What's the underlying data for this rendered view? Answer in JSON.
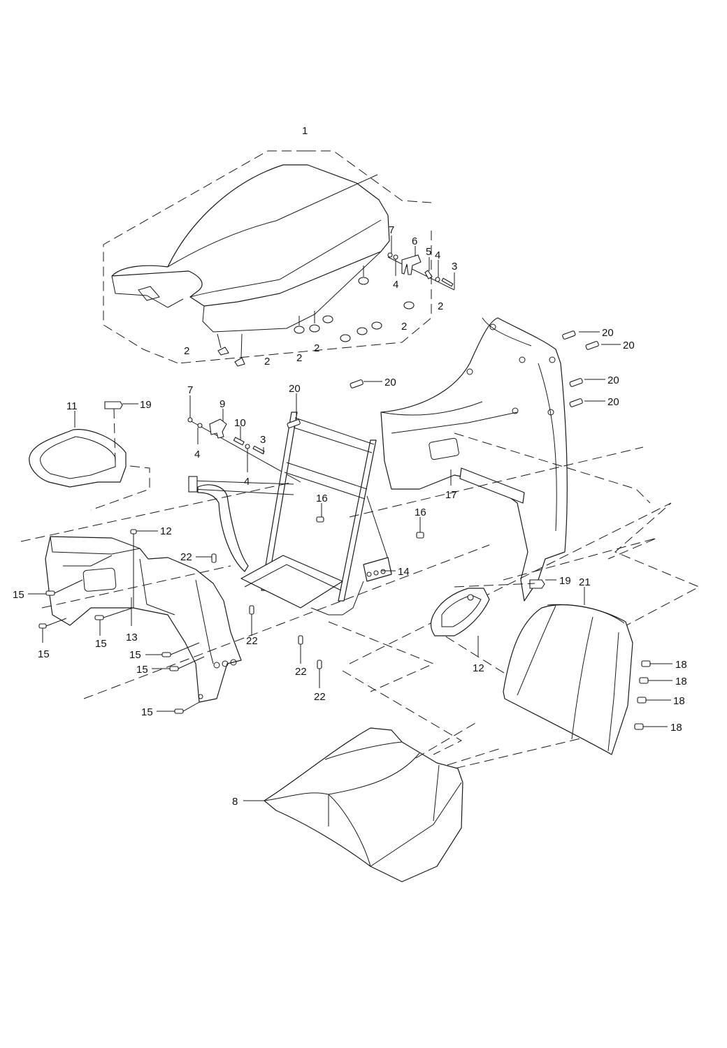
{
  "diagram": {
    "type": "exploded-parts-view",
    "subject": "Seat, backrest and rear rack assembly",
    "callouts": [
      {
        "id": "c1",
        "label": "1",
        "part": "seat-assembly"
      },
      {
        "id": "c2a",
        "label": "2",
        "part": "rubber-damper"
      },
      {
        "id": "c2b",
        "label": "2",
        "part": "rubber-damper"
      },
      {
        "id": "c2c",
        "label": "2",
        "part": "rubber-damper"
      },
      {
        "id": "c2d",
        "label": "2",
        "part": "rubber-damper"
      },
      {
        "id": "c2e",
        "label": "2",
        "part": "rubber-damper"
      },
      {
        "id": "c2f",
        "label": "2",
        "part": "rubber-damper"
      },
      {
        "id": "c3a",
        "label": "3",
        "part": "pin"
      },
      {
        "id": "c3b",
        "label": "3",
        "part": "pin"
      },
      {
        "id": "c4a",
        "label": "4",
        "part": "washer"
      },
      {
        "id": "c4b",
        "label": "4",
        "part": "washer"
      },
      {
        "id": "c4c",
        "label": "4",
        "part": "washer"
      },
      {
        "id": "c4d",
        "label": "4",
        "part": "washer"
      },
      {
        "id": "c5",
        "label": "5",
        "part": "spring"
      },
      {
        "id": "c6",
        "label": "6",
        "part": "seat-latch"
      },
      {
        "id": "c7a",
        "label": "7",
        "part": "clip"
      },
      {
        "id": "c7b",
        "label": "7",
        "part": "clip"
      },
      {
        "id": "c8",
        "label": "8",
        "part": "rear-seat"
      },
      {
        "id": "c9",
        "label": "9",
        "part": "latch-bracket"
      },
      {
        "id": "c10",
        "label": "10",
        "part": "spring"
      },
      {
        "id": "c11",
        "label": "11",
        "part": "left-grab-handle"
      },
      {
        "id": "c12a",
        "label": "12",
        "part": "right-grab-handle"
      },
      {
        "id": "c12b",
        "label": "12",
        "part": "screw"
      },
      {
        "id": "c13",
        "label": "13",
        "part": "rear-side-bracket"
      },
      {
        "id": "c14",
        "label": "14",
        "part": "backrest-frame"
      },
      {
        "id": "c15a",
        "label": "15",
        "part": "bolt"
      },
      {
        "id": "c15b",
        "label": "15",
        "part": "bolt"
      },
      {
        "id": "c15c",
        "label": "15",
        "part": "bolt"
      },
      {
        "id": "c15d",
        "label": "15",
        "part": "bolt"
      },
      {
        "id": "c15e",
        "label": "15",
        "part": "bolt"
      },
      {
        "id": "c15f",
        "label": "15",
        "part": "bolt"
      },
      {
        "id": "c16a",
        "label": "16",
        "part": "collar"
      },
      {
        "id": "c16b",
        "label": "16",
        "part": "collar"
      },
      {
        "id": "c17",
        "label": "17",
        "part": "backrest-cover"
      },
      {
        "id": "c18a",
        "label": "18",
        "part": "clip-nut"
      },
      {
        "id": "c18b",
        "label": "18",
        "part": "clip-nut"
      },
      {
        "id": "c18c",
        "label": "18",
        "part": "clip-nut"
      },
      {
        "id": "c18d",
        "label": "18",
        "part": "clip-nut"
      },
      {
        "id": "c19a",
        "label": "19",
        "part": "bolt"
      },
      {
        "id": "c19b",
        "label": "19",
        "part": "bolt"
      },
      {
        "id": "c20a",
        "label": "20",
        "part": "bolt"
      },
      {
        "id": "c20b",
        "label": "20",
        "part": "bolt"
      },
      {
        "id": "c20c",
        "label": "20",
        "part": "bolt"
      },
      {
        "id": "c20d",
        "label": "20",
        "part": "bolt"
      },
      {
        "id": "c20e",
        "label": "20",
        "part": "bolt"
      },
      {
        "id": "c20f",
        "label": "20",
        "part": "bolt"
      },
      {
        "id": "c21",
        "label": "21",
        "part": "backrest-pad"
      },
      {
        "id": "c22a",
        "label": "22",
        "part": "bolt"
      },
      {
        "id": "c22b",
        "label": "22",
        "part": "bolt"
      },
      {
        "id": "c22c",
        "label": "22",
        "part": "bolt"
      },
      {
        "id": "c22d",
        "label": "22",
        "part": "bolt"
      }
    ]
  }
}
